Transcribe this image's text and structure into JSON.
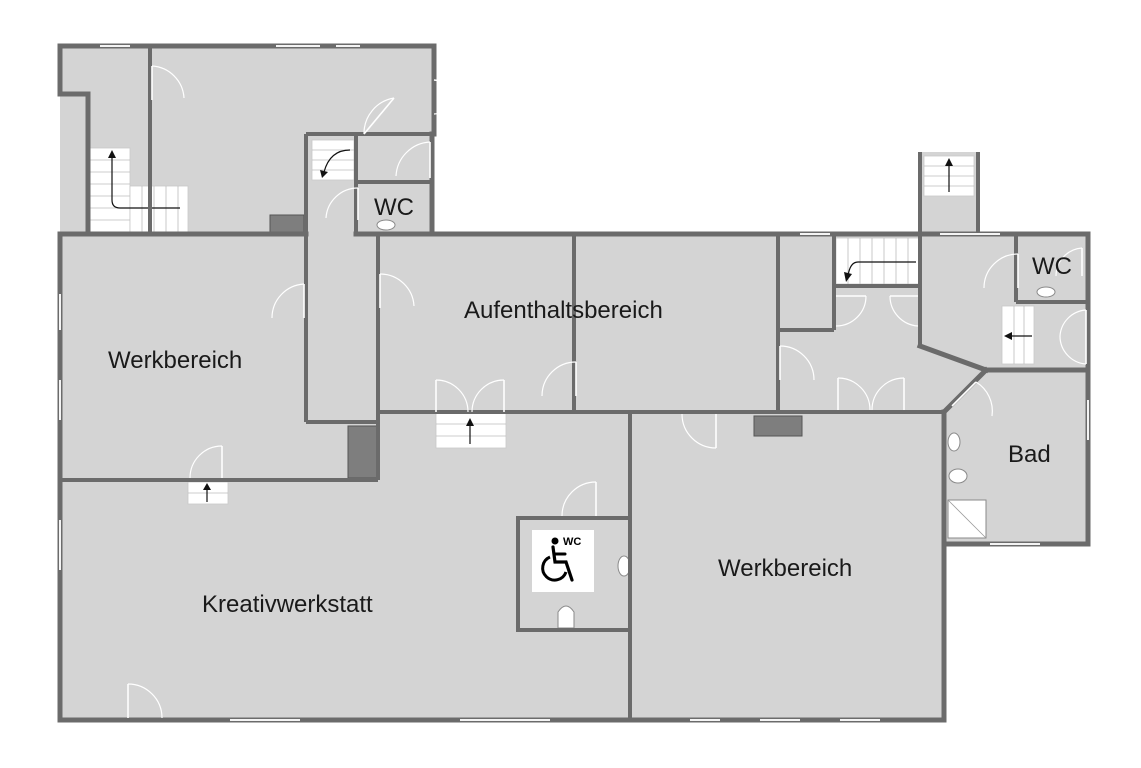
{
  "rooms": {
    "werkbereich_left": "Werkbereich",
    "aufenthaltsbereich": "Aufenthaltsbereich",
    "kreativwerkstatt": "Kreativwerkstatt",
    "werkbereich_right": "Werkbereich",
    "bad": "Bad",
    "wc_upper_left": "WC",
    "wc_upper_right": "WC"
  },
  "accessible_wc_sign": {
    "label": "WC",
    "icon": "wheelchair-icon"
  },
  "colors": {
    "floor": "#d4d4d4",
    "wall": "#6b6b6b",
    "stairs": "#ffffff",
    "shaft": "#7e7e7e"
  }
}
